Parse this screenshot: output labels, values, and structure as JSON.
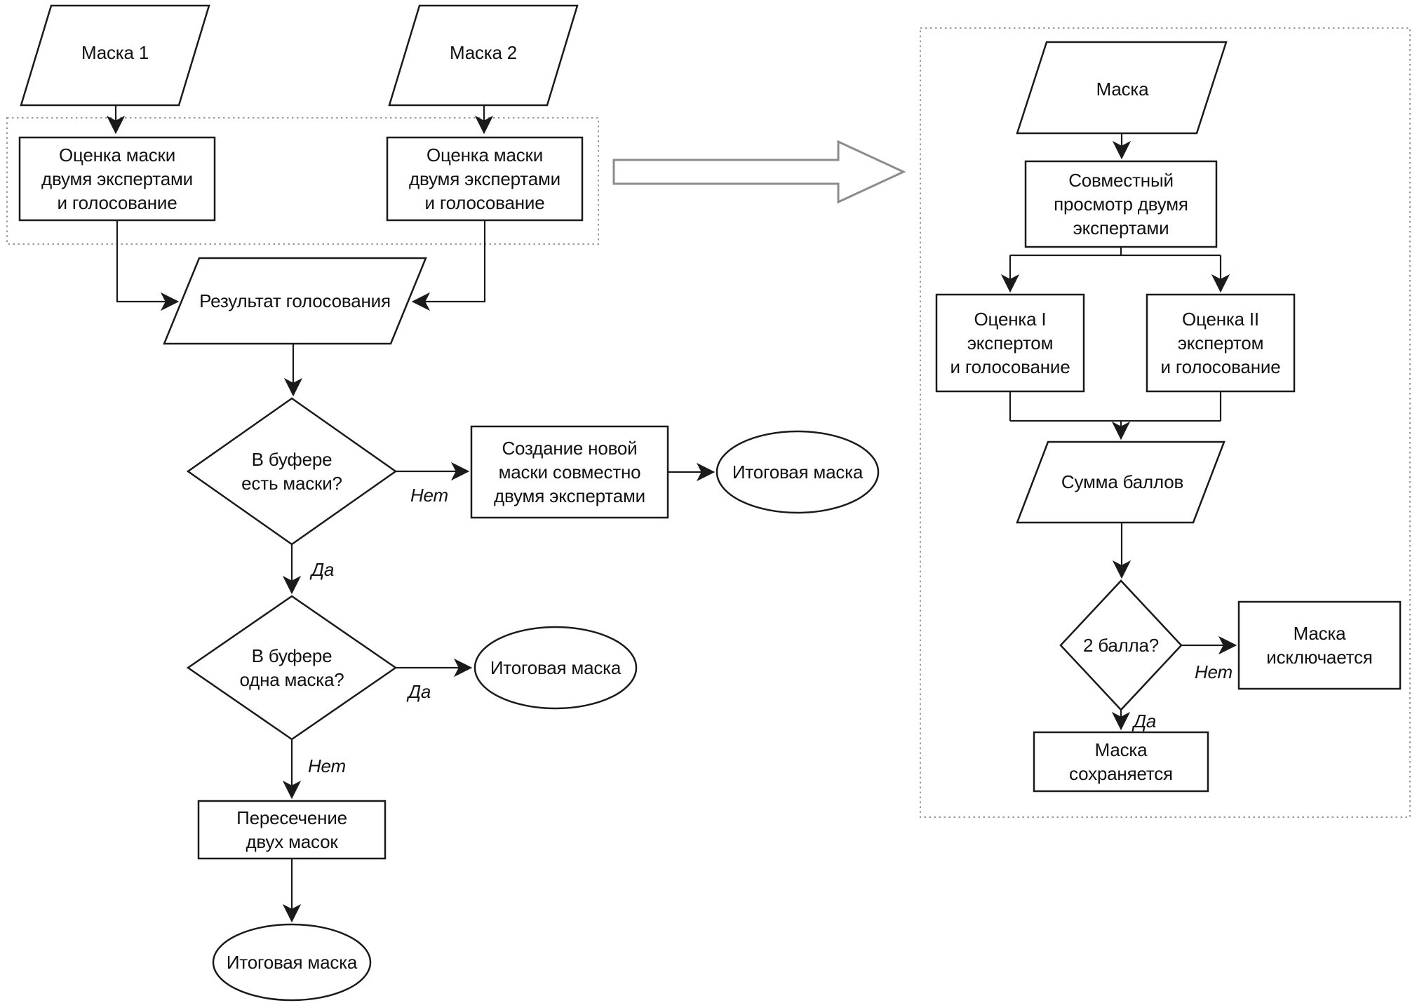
{
  "left_flow": {
    "input_mask1": "Маска 1",
    "input_mask2": "Маска 2",
    "eval_mask1": "Оценка маски\nдвумя экспертами\nи голосование",
    "eval_mask2": "Оценка маски\nдвумя экспертами\nи голосование",
    "vote_result": "Результат голосования",
    "decision_buffer_any": "В буфере\nесть маски?",
    "label_no_1": "Нет",
    "label_yes_1": "Да",
    "create_new_mask": "Создание новой\nмаски совместно\nдвумя экспертами",
    "final_mask_1": "Итоговая маска",
    "decision_buffer_one": "В буфере\nодна маска?",
    "label_yes_2": "Да",
    "label_no_2": "Нет",
    "final_mask_2": "Итоговая маска",
    "intersection": "Пересечение\nдвух масок",
    "final_mask_3": "Итоговая маска"
  },
  "right_flow": {
    "input_mask": "Маска",
    "joint_review": "Совместный\nпросмотр двумя\nэкспертами",
    "eval_expert1": "Оценка I\nэкспертом\nи голосование",
    "eval_expert2": "Оценка II\nэкспертом\nи голосование",
    "score_sum": "Сумма баллов",
    "decision_two_points": "2 балла?",
    "label_no": "Нет",
    "label_yes": "Да",
    "mask_excluded": "Маска\nисключается",
    "mask_saved": "Маска\nсохраняется"
  },
  "colors": {
    "node_stroke": "#1a1a1a",
    "dotted_border": "#9a9a9a",
    "big_arrow": "#8c8c8c",
    "background": "#ffffff",
    "text": "#111111"
  }
}
